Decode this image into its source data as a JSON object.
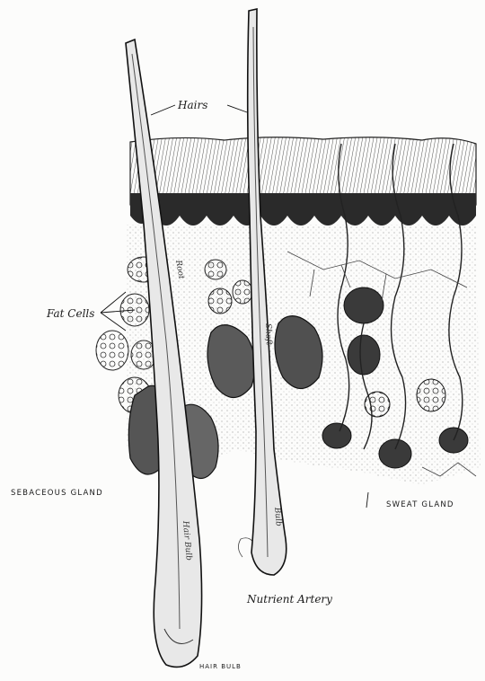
{
  "labels": {
    "hairs": "Hairs",
    "fat_cells": "Fat Cells",
    "sebaceous_gland": "SEBACEOUS GLAND",
    "sweat_gland": "SWEAT GLAND",
    "nutrient_artery": "Nutrient Artery",
    "hair_bulb": "HAIR BULB"
  },
  "shaft_text": {
    "left_upper": "Root",
    "left_lower": "Hair Bulb",
    "right_upper": "Shaft",
    "right_lower": "Bulb"
  },
  "colors": {
    "ink": "#1a1a1a",
    "paper": "#fcfcfb",
    "shade": "#4a4a4a"
  }
}
